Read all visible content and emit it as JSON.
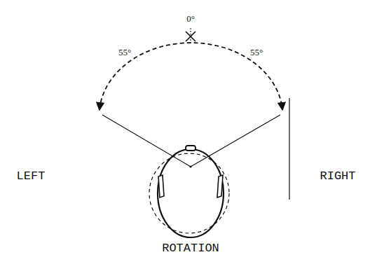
{
  "diagram": {
    "labels": [
      "0°",
      "55°",
      "55°",
      "LEFT",
      "RIGHT",
      "ROTATION"
    ]
  }
}
